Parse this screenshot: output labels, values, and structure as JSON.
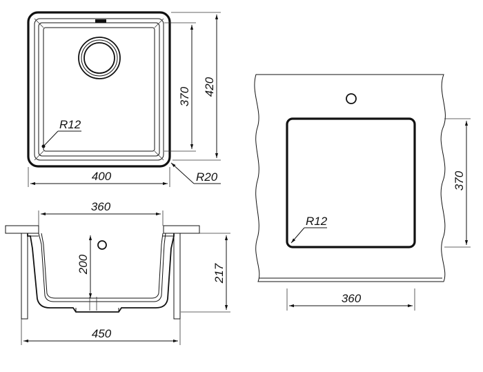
{
  "top_view": {
    "label_r_inner": "R12",
    "label_inner_height": "370",
    "label_outer_height": "420",
    "label_width": "400",
    "label_r_outer": "R20"
  },
  "section_view": {
    "label_top_width": "360",
    "label_bowl_depth": "200",
    "label_total_depth": "217",
    "label_cutout_width": "450"
  },
  "countertop_view": {
    "label_height": "370",
    "label_radius": "R12",
    "label_width": "360"
  }
}
